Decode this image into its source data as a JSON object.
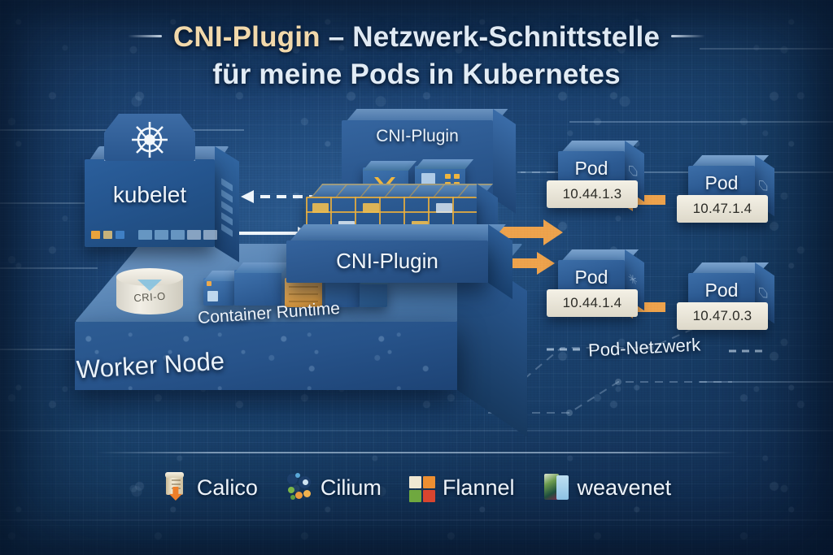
{
  "title": {
    "line1_highlight": "CNI-Plugin",
    "line1_rest": " – Netzwerk-Schnittstelle",
    "line2": "für meine Pods in Kubernetes"
  },
  "colors": {
    "background_navy": "#1a3a63",
    "panel_blue": "#2c5a92",
    "accent_gold": "#f2d9ab",
    "arrow_orange": "#eca14a",
    "mesh_orange": "#ebaf3c",
    "ip_card_cream": "#f4f1e6",
    "text_light": "#eaf2fa"
  },
  "node": {
    "kubelet_label": "kubelet",
    "worker_label": "Worker Node",
    "runtime_label": "Container Runtime",
    "crio_label": "CRI-O"
  },
  "cni": {
    "top_label": "CNI-Plugin",
    "main_label": "CNI-Plugin"
  },
  "network": {
    "pod_network_label": "Pod-Netzwerk"
  },
  "pods": [
    {
      "name": "Pod",
      "ip": "10.44.1.3"
    },
    {
      "name": "Pod",
      "ip": "10.47.1.4"
    },
    {
      "name": "Pod",
      "ip": "10.44.1.4"
    },
    {
      "name": "Pod",
      "ip": "10.47.0.3"
    }
  ],
  "legend": [
    {
      "name": "Calico",
      "icon": "calico-barrel-icon"
    },
    {
      "name": "Cilium",
      "icon": "cilium-bee-icon"
    },
    {
      "name": "Flannel",
      "icon": "flannel-squares-icon"
    },
    {
      "name": "weavenet",
      "icon": "weavenet-sheet-icon"
    }
  ]
}
